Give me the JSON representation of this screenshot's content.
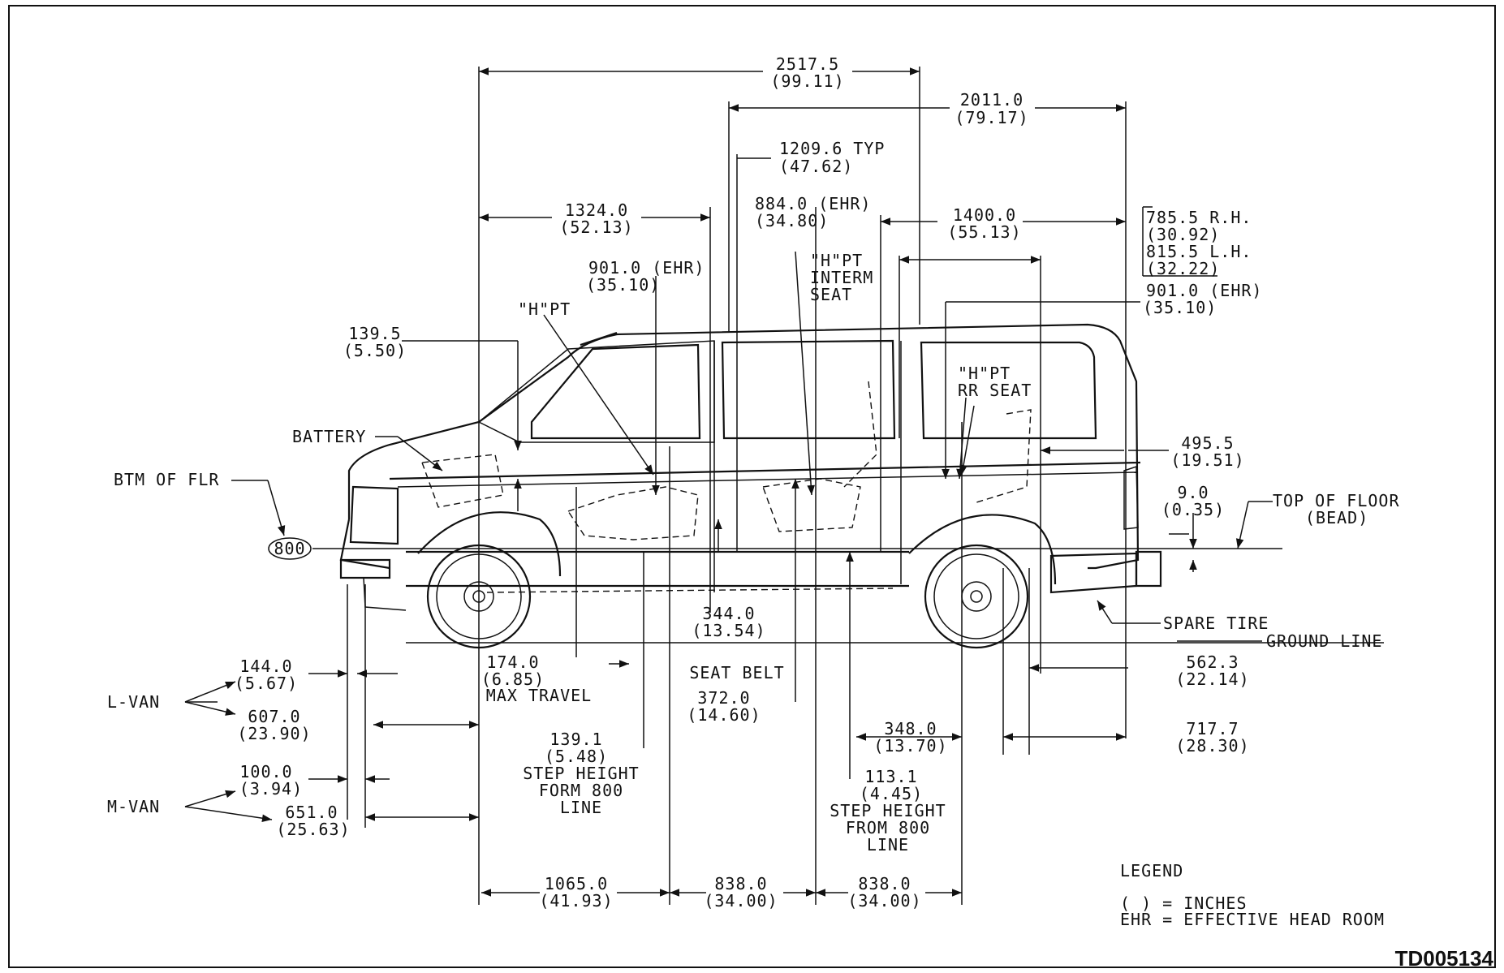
{
  "figure_id": "TD005134",
  "dimensions": {
    "overall_top": {
      "mm": "2517.5",
      "in": "(99.11)"
    },
    "top_2011": {
      "mm": "2011.0",
      "in": "(79.17)"
    },
    "typ_1209": {
      "mm": "1209.6 TYP",
      "in": "(47.62)"
    },
    "front_1324": {
      "mm": "1324.0",
      "in": "(52.13)"
    },
    "ehr_884": {
      "mm": "884.0 (EHR)",
      "in": "(34.80)"
    },
    "d_1400": {
      "mm": "1400.0",
      "in": "(55.13)"
    },
    "rh_785": {
      "mm": "785.5 R.H.",
      "in": "(30.92)"
    },
    "lh_815": {
      "mm": "815.5 L.H.",
      "in": "(32.22)"
    },
    "ehr_901_front": {
      "mm": "901.0 (EHR)",
      "in": "(35.10)"
    },
    "ehr_901_rear": {
      "mm": "901.0 (EHR)",
      "in": "(35.10)"
    },
    "d_139_5": {
      "mm": "139.5",
      "in": "(5.50)"
    },
    "d_495_5": {
      "mm": "495.5",
      "in": "(19.51)"
    },
    "d_9_0": {
      "mm": "9.0",
      "in": "(0.35)"
    },
    "d_344": {
      "mm": "344.0",
      "in": "(13.54)"
    },
    "d_174": {
      "mm": "174.0",
      "in": "(6.85)",
      "note": "MAX TRAVEL"
    },
    "d_372": {
      "mm": "372.0",
      "in": "(14.60)"
    },
    "d_562_3": {
      "mm": "562.3",
      "in": "(22.14)"
    },
    "d_144": {
      "mm": "144.0",
      "in": "(5.67)"
    },
    "d_607": {
      "mm": "607.0",
      "in": "(23.90)"
    },
    "d_139_1": {
      "mm": "139.1",
      "in": "(5.48)",
      "note_lines": [
        "STEP HEIGHT",
        "FORM 800",
        "LINE"
      ]
    },
    "d_348": {
      "mm": "348.0",
      "in": "(13.70)"
    },
    "d_717_7": {
      "mm": "717.7",
      "in": "(28.30)"
    },
    "d_113_1": {
      "mm": "113.1",
      "in": "(4.45)",
      "note_lines": [
        "STEP HEIGHT",
        "FROM 800",
        "LINE"
      ]
    },
    "d_100": {
      "mm": "100.0",
      "in": "(3.94)"
    },
    "d_651": {
      "mm": "651.0",
      "in": "(25.63)"
    },
    "d_1065": {
      "mm": "1065.0",
      "in": "(41.93)"
    },
    "d_838_a": {
      "mm": "838.0",
      "in": "(34.00)"
    },
    "d_838_b": {
      "mm": "838.0",
      "in": "(34.00)"
    }
  },
  "labels": {
    "hpt_front": "\"H\"PT",
    "hpt_interm": [
      "\"H\"PT",
      "INTERM",
      "SEAT"
    ],
    "hpt_rr": [
      "\"H\"PT",
      "RR SEAT"
    ],
    "battery": "BATTERY",
    "btm_flr": "BTM OF FLR",
    "ref_800": "800",
    "top_floor": [
      "TOP OF FLOOR",
      "(BEAD)"
    ],
    "spare_tire": "SPARE TIRE",
    "ground_line": "GROUND LINE",
    "seat_belt": "SEAT BELT",
    "l_van": "L-VAN",
    "m_van": "M-VAN"
  },
  "legend": {
    "title": "LEGEND",
    "line1": "(  ) = INCHES",
    "line2": "EHR = EFFECTIVE HEAD ROOM"
  }
}
